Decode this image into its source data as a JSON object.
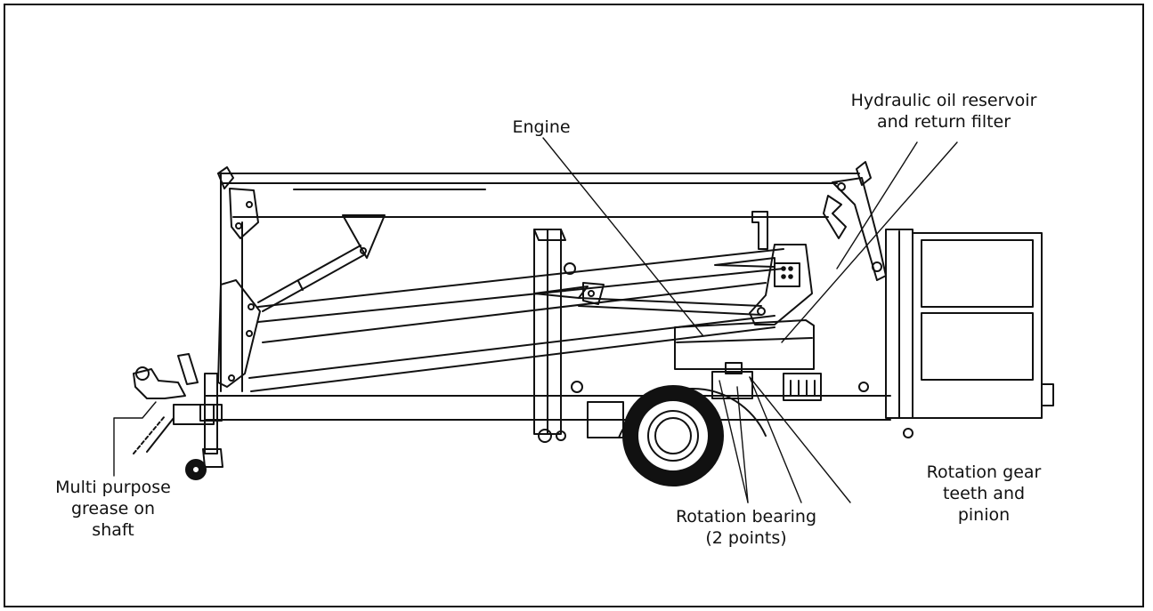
{
  "callouts": {
    "engine": "Engine",
    "hydraulic_reservoir": "Hydraulic oil reservoir\nand return filter",
    "rotation_gear": "Rotation gear\nteeth and\npinion",
    "rotation_bearing": "Rotation bearing\n(2 points)",
    "grease_shaft": "Multi purpose\ngrease on\nshaft"
  },
  "colors": {
    "line": "#111111",
    "background": "#ffffff"
  }
}
